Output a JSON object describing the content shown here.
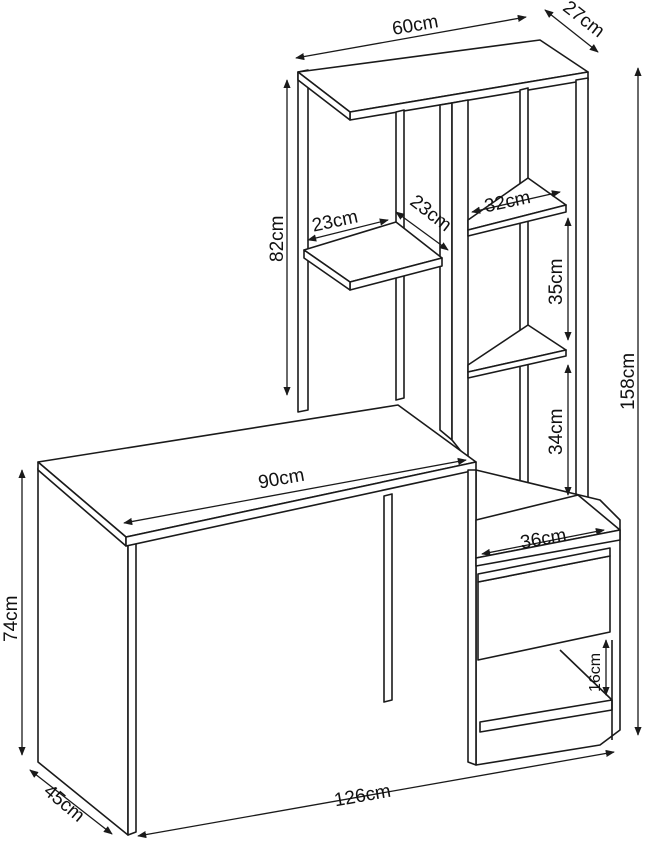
{
  "diagram": {
    "colors": {
      "line": "#1a1a1a",
      "text": "#111111",
      "background": "#ffffff"
    },
    "dimensions": {
      "top_width": "60cm",
      "top_depth": "27cm",
      "tower_left_height": "82cm",
      "small_shelf_width": "23cm",
      "small_shelf_depth": "23cm",
      "right_shelf_width": "32cm",
      "shelf_gap_upper": "35cm",
      "shelf_gap_lower": "34cm",
      "total_height": "158cm",
      "desk_width": "90cm",
      "cabinet_width": "36cm",
      "desk_height": "74cm",
      "bottom_gap": "16cm",
      "total_width": "126cm",
      "desk_depth": "45cm"
    }
  }
}
